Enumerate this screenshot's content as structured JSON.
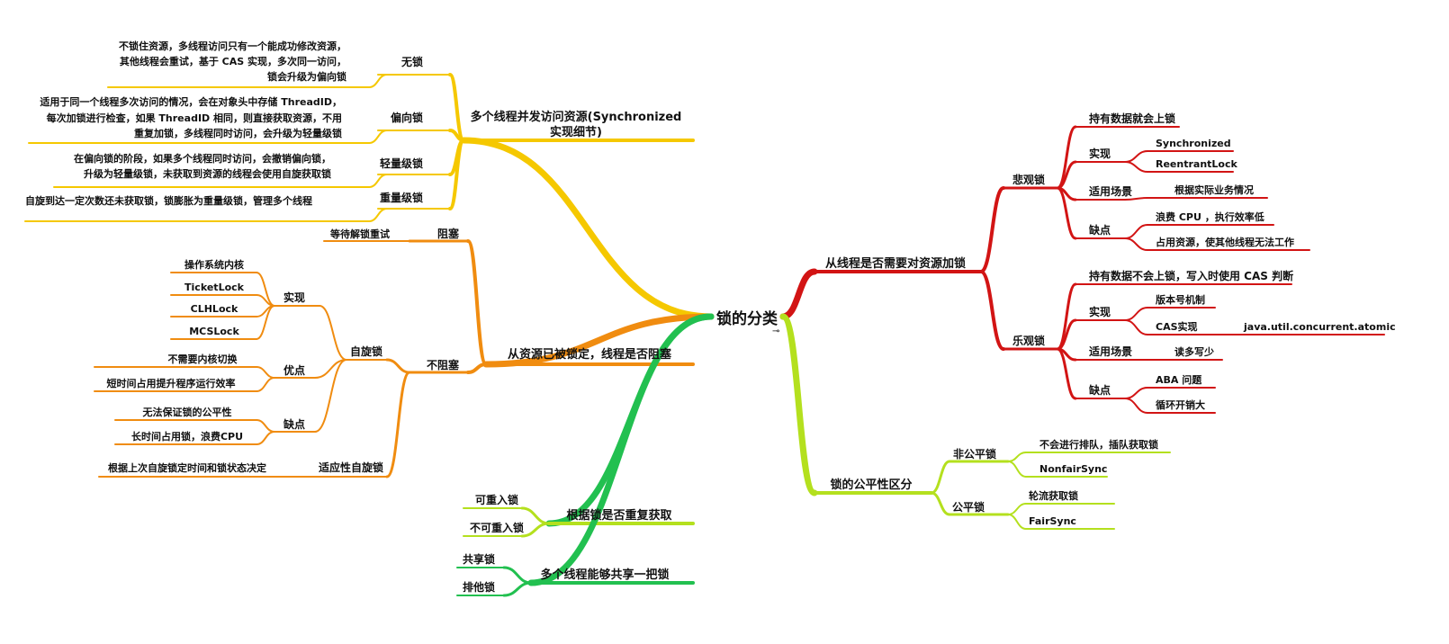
{
  "root": "锁的分类",
  "colors": {
    "yellow": "#f5c800",
    "orange": "#f08c10",
    "green": "#22c050",
    "lime": "#b4e01e",
    "red": "#d21414"
  },
  "icon": "link-icon",
  "branches": {
    "b1": {
      "title": [
        "多个线程并发访问资源(Synchronized",
        "实现细节)"
      ],
      "children": [
        {
          "label": "无锁",
          "desc": [
            "不锁住资源，多线程访问只有一个能成功修改资源，",
            "其他线程会重试，基于 CAS 实现，多次同一访问，",
            "锁会升级为偏向锁"
          ]
        },
        {
          "label": "偏向锁",
          "desc": [
            "适用于同一个线程多次访问的情况，会在对象头中存储 ThreadID，",
            "每次加锁进行检查，如果 ThreadID 相同，则直接获取资源，不用",
            "重复加锁，多线程同时访问，会升级为轻量级锁"
          ]
        },
        {
          "label": "轻量级锁",
          "desc": [
            "在偏向锁的阶段，如果多个线程同时访问，会撤销偏向锁，",
            "升级为轻量级锁，未获取到资源的线程会使用自旋获取锁"
          ]
        },
        {
          "label": "重量级锁",
          "desc": [
            "自旋到达一定次数还未获取锁，锁膨胀为重量级锁，管理多个线程"
          ]
        }
      ]
    },
    "b2": {
      "title": "从资源已被锁定，线程是否阻塞",
      "block": "阻塞",
      "block_leaf": "等待解锁重试",
      "nonblock": "不阻塞",
      "spin": "自旋锁",
      "impl": "实现",
      "impl_items": [
        "操作系统内核",
        "TicketLock",
        "CLHLock",
        "MCSLock"
      ],
      "pros": "优点",
      "pros_items": [
        "不需要内核切换",
        "短时间占用提升程序运行效率"
      ],
      "cons": "缺点",
      "cons_items": [
        "无法保证锁的公平性",
        "长时间占用锁，浪费CPU"
      ],
      "adaptive": "适应性自旋锁",
      "adaptive_leaf": "根据上次自旋锁定时间和锁状态决定"
    },
    "b3": {
      "title": "根据锁是否重复获取",
      "items": [
        "可重入锁",
        "不可重入锁"
      ]
    },
    "b4": {
      "title": "多个线程能够共享一把锁",
      "items": [
        "共享锁",
        "排他锁"
      ]
    },
    "b5": {
      "title": "从线程是否需要对资源加锁",
      "pess": "悲观锁",
      "pess_items": [
        {
          "label": "持有数据就会上锁",
          "children": []
        },
        {
          "label": "实现",
          "children": [
            "Synchronized",
            "ReentrantLock"
          ]
        },
        {
          "label": "适用场景",
          "children": [
            "根据实际业务情况"
          ]
        },
        {
          "label": "缺点",
          "children": [
            "浪费 CPU ，执行效率低",
            "占用资源，使其他线程无法工作"
          ]
        }
      ],
      "opt": "乐观锁",
      "opt_items": [
        {
          "label": "持有数据不会上锁，写入时使用 CAS 判断",
          "children": []
        },
        {
          "label": "实现",
          "children": [
            "版本号机制",
            "CAS实现"
          ]
        },
        {
          "label": "适用场景",
          "children": [
            "读多写少"
          ]
        },
        {
          "label": "缺点",
          "children": [
            "ABA 问题",
            "循环开销大"
          ]
        }
      ],
      "cas_leaf": "java.util.concurrent.atomic"
    },
    "b6": {
      "title": "锁的公平性区分",
      "unfair": "非公平锁",
      "unfair_items": [
        "不会进行排队，插队获取锁",
        "NonfairSync"
      ],
      "fair": "公平锁",
      "fair_items": [
        "轮流获取锁",
        "FairSync"
      ]
    }
  }
}
